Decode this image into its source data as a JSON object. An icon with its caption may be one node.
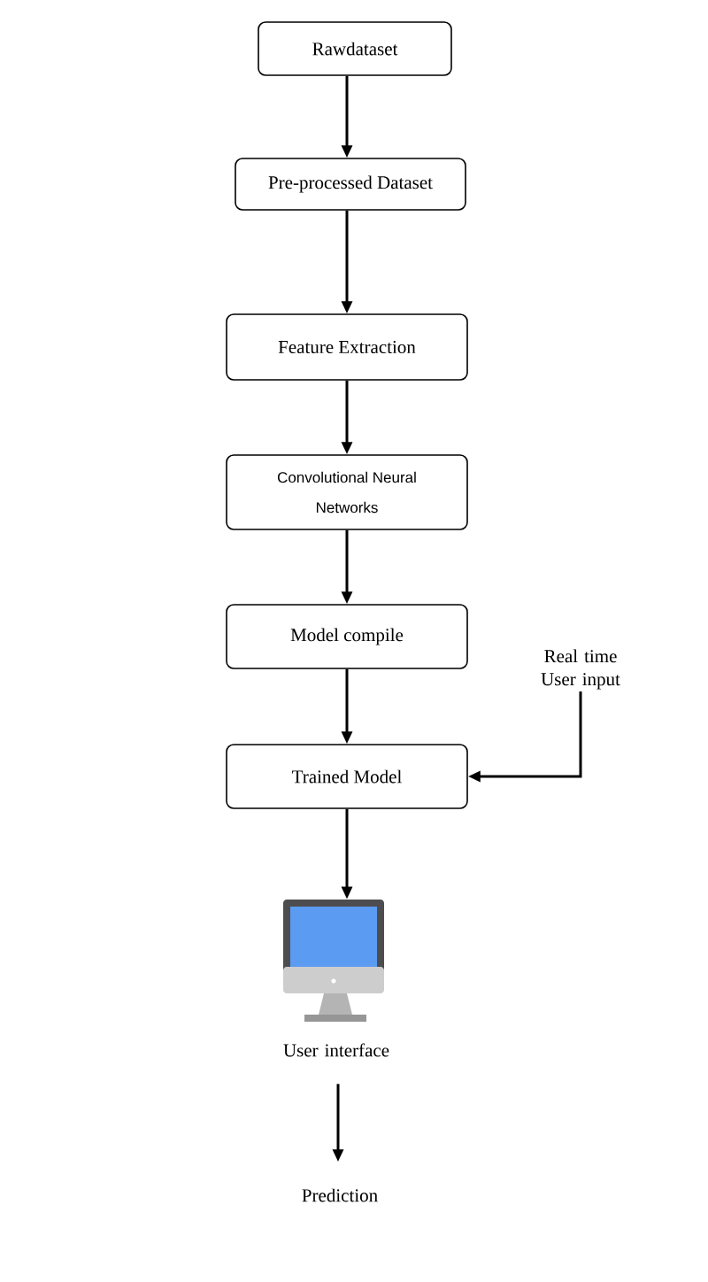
{
  "diagram": {
    "nodes": [
      {
        "text": [
          "Rawdataset"
        ]
      },
      {
        "text": [
          "Pre-processed Dataset"
        ]
      },
      {
        "text": [
          "Feature Extraction"
        ]
      },
      {
        "text": [
          "Convolutional Neural Networks"
        ]
      },
      {
        "text": [
          "Model compile"
        ]
      },
      {
        "text": [
          "Trained Model"
        ]
      },
      {
        "text": [
          "Real time User input"
        ]
      },
      {
        "text": [
          "User interface"
        ]
      },
      {
        "text": [
          "Prediction"
        ]
      }
    ],
    "edges": [
      {
        "from": 0,
        "to": 1,
        "arrow": "to"
      },
      {
        "from": 1,
        "to": 2,
        "arrow": "to"
      },
      {
        "from": 2,
        "to": 3,
        "arrow": "to"
      },
      {
        "from": 3,
        "to": 4,
        "arrow": "to"
      },
      {
        "from": 4,
        "to": 5,
        "arrow": "to"
      },
      {
        "from": 6,
        "to": 5,
        "arrow": "to"
      },
      {
        "from": 5,
        "to": 7,
        "arrow": "to"
      },
      {
        "from": 7,
        "to": 8,
        "arrow": "to"
      }
    ]
  }
}
